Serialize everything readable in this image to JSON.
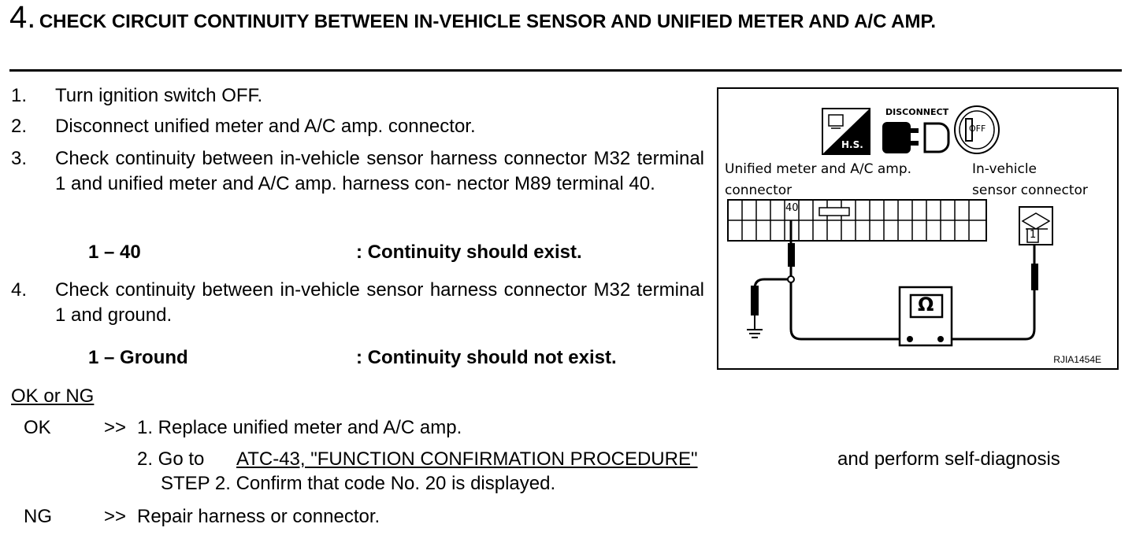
{
  "step": {
    "number": "4.",
    "title": "CHECK CIRCUIT CONTINUITY BETWEEN IN-VEHICLE SENSOR AND UNIFIED METER AND A/C AMP."
  },
  "instructions": [
    {
      "num": "1.",
      "text": "Turn ignition switch OFF."
    },
    {
      "num": "2.",
      "text": "Disconnect unified meter and A/C amp. connector."
    },
    {
      "num": "3.",
      "text": "Check continuity between in-vehicle sensor harness connector M32 terminal 1 and unified meter and A/C amp. harness con- nector M89 terminal 40."
    },
    {
      "num": "4.",
      "text": "Check continuity between in-vehicle sensor harness connector M32 terminal 1 and ground."
    }
  ],
  "specs": [
    {
      "terminals": "1 – 40",
      "result": ": Continuity should exist."
    },
    {
      "terminals": "1 – Ground",
      "result": ": Continuity should not exist."
    }
  ],
  "figure": {
    "label_left_line1": "Unified meter and A/C amp.",
    "label_left_line2": "connector",
    "label_right_line1": "In-vehicle",
    "label_right_line2": "sensor connector",
    "terminal_left": "40",
    "terminal_right": "1",
    "icon_hs": "H.S.",
    "icon_disconnect": "DISCONNECT",
    "icon_key": "OFF",
    "meter_symbol": "Ω",
    "code": "RJIA1454E"
  },
  "results": {
    "heading": "OK or NG",
    "ok_label": "OK",
    "ok_arrow": ">>",
    "ok_step1": "1. Replace unified meter and A/C amp.",
    "ok_step2_prefix": "2. Go to",
    "ok_step2_link": "ATC-43, \"FUNCTION CONFIRMATION PROCEDURE\"",
    "ok_step2_suffix": "and perform self-diagnosis",
    "ok_step2_line2": "STEP 2. Confirm that code No. 20 is displayed.",
    "ng_label": "NG",
    "ng_arrow": ">>",
    "ng_text": "Repair harness or connector."
  }
}
